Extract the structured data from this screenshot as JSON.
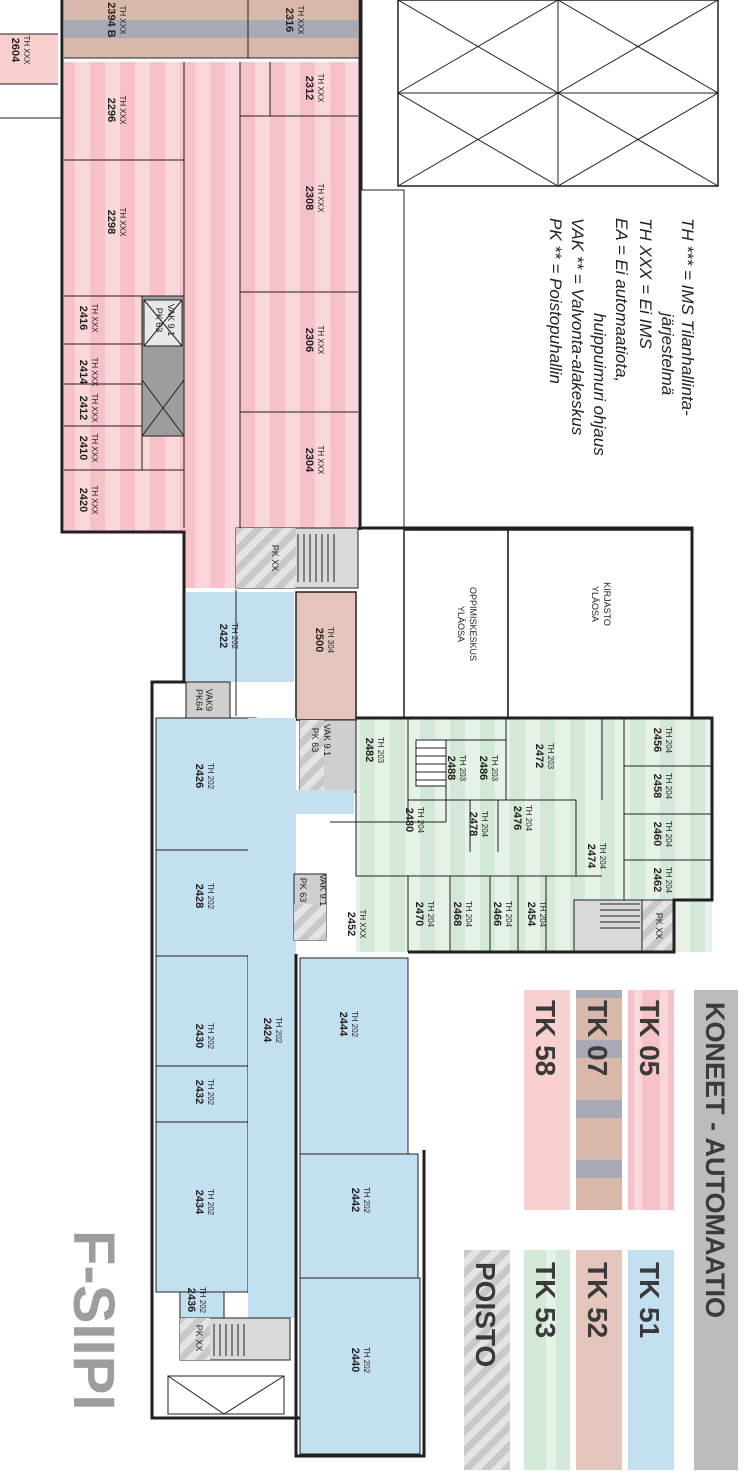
{
  "title": "F-SIIPI",
  "colors": {
    "tk05": "#f6c2c8",
    "tk05_stripe": "#f9d6da",
    "tk07": "#d9b8ac",
    "tk07_stripe": "#a7a9b4",
    "tk58": "#f8d0d0",
    "tk51": "#c3e0f0",
    "tk52": "#e3c5bb",
    "tk53": "#d4e8d8",
    "tk53_stripe": "#e6f1e8",
    "poisto": "#b8b8b8",
    "poisto_stripe": "#e0e0e0",
    "koneet": "#bcbcbc",
    "wall": "#231f20"
  },
  "legend": {
    "lines": [
      "TH *** = IMS Tilanhallinta-",
      "järjestelmä",
      "TH XXX = Ei IMS",
      "EA = Ei automaatiota,",
      "huippuimuri ohjaus",
      "VAK ** = Valvonta-alakeskus",
      "PK ** = Poistopuhallin"
    ]
  },
  "key": {
    "header": "KONEET - AUTOMAATIO",
    "items": [
      "TK 05",
      "TK 07",
      "TK 58",
      "TK 51",
      "TK 52",
      "TK 53",
      "POISTO"
    ]
  },
  "rooms": [
    {
      "num": "2394 B",
      "sub": "TH XXX",
      "tk": "tk07"
    },
    {
      "num": "2316",
      "sub": "TH XXX",
      "tk": "tk07"
    },
    {
      "num": "2604",
      "sub": "TH XXX",
      "tk": "tk58"
    },
    {
      "num": "2296",
      "sub": "TH XXX",
      "tk": "tk05"
    },
    {
      "num": "2312",
      "sub": "TH XXX",
      "tk": "tk05"
    },
    {
      "num": "2308",
      "sub": "TH XXX",
      "tk": "tk05"
    },
    {
      "num": "2298",
      "sub": "TH XXX",
      "tk": "tk05"
    },
    {
      "num": "2306",
      "sub": "TH XXX",
      "tk": "tk05"
    },
    {
      "num": "2416",
      "sub": "TH XXX",
      "tk": "tk05"
    },
    {
      "num": "2414",
      "sub": "TH XXX",
      "tk": "tk05"
    },
    {
      "num": "2412",
      "sub": "TH XXX",
      "tk": "tk05"
    },
    {
      "num": "2410",
      "sub": "TH XXX",
      "tk": "tk05"
    },
    {
      "num": "2304",
      "sub": "TH XXX",
      "tk": "tk05"
    },
    {
      "num": "2420",
      "sub": "TH XXX",
      "tk": "tk05"
    },
    {
      "num": "2422",
      "sub": "TH 202",
      "tk": "tk51"
    },
    {
      "num": "2500",
      "sub": "TH 304",
      "tk": "tk52"
    },
    {
      "num": "2426",
      "sub": "TH 202",
      "tk": "tk51"
    },
    {
      "num": "2428",
      "sub": "TH 202",
      "tk": "tk51"
    },
    {
      "num": "2430",
      "sub": "TH 202",
      "tk": "tk51"
    },
    {
      "num": "2432",
      "sub": "TH 202",
      "tk": "tk51"
    },
    {
      "num": "2434",
      "sub": "TH 202",
      "tk": "tk51"
    },
    {
      "num": "2436",
      "sub": "TH 202",
      "tk": "tk51"
    },
    {
      "num": "2424",
      "sub": "TH 202",
      "tk": "tk51"
    },
    {
      "num": "2444",
      "sub": "TH 202",
      "tk": "tk51"
    },
    {
      "num": "2442",
      "sub": "TH 202",
      "tk": "tk51"
    },
    {
      "num": "2440",
      "sub": "TH 202",
      "tk": "tk51"
    },
    {
      "num": "2482",
      "sub": "TH 203",
      "tk": "tk53"
    },
    {
      "num": "2488",
      "sub": "TH 203",
      "tk": "tk53"
    },
    {
      "num": "2486",
      "sub": "TH 203",
      "tk": "tk53"
    },
    {
      "num": "2472",
      "sub": "TH 203",
      "tk": "tk53"
    },
    {
      "num": "2456",
      "sub": "TH 204",
      "tk": "tk53"
    },
    {
      "num": "2458",
      "sub": "TH 204",
      "tk": "tk53"
    },
    {
      "num": "2460",
      "sub": "TH 204",
      "tk": "tk53"
    },
    {
      "num": "2462",
      "sub": "TH 204",
      "tk": "tk53"
    },
    {
      "num": "2480",
      "sub": "TH 204",
      "tk": "tk53"
    },
    {
      "num": "2478",
      "sub": "TH 204",
      "tk": "tk53"
    },
    {
      "num": "2476",
      "sub": "TH 204",
      "tk": "tk53"
    },
    {
      "num": "2474",
      "sub": "TH 204",
      "tk": "tk53"
    },
    {
      "num": "2452",
      "sub": "TH XXX",
      "tk": "tk53"
    },
    {
      "num": "2470",
      "sub": "TH 204",
      "tk": "tk53"
    },
    {
      "num": "2468",
      "sub": "TH 204",
      "tk": "tk53"
    },
    {
      "num": "2466",
      "sub": "TH 204",
      "tk": "tk53"
    },
    {
      "num": "2454",
      "sub": "TH 204",
      "tk": "tk53"
    }
  ],
  "small_labels": {
    "vak91": "VAK 9.1",
    "pk63": "PK 63",
    "vak9": "VAK9",
    "pk64": "PK64",
    "pkxx": "PK XX",
    "vak91b": "VAK 9.1",
    "pk63b": "PK 63",
    "vak91c": "VAK 9.1",
    "pk63c": "PK 63"
  },
  "open_areas": {
    "oppimiskeskus": "OPPIMISKESKUS",
    "oppimiskeskus_sub": "YLÄOSA",
    "kirjasto": "KIRJASTO",
    "kirjasto_sub": "YLÄOSA"
  }
}
